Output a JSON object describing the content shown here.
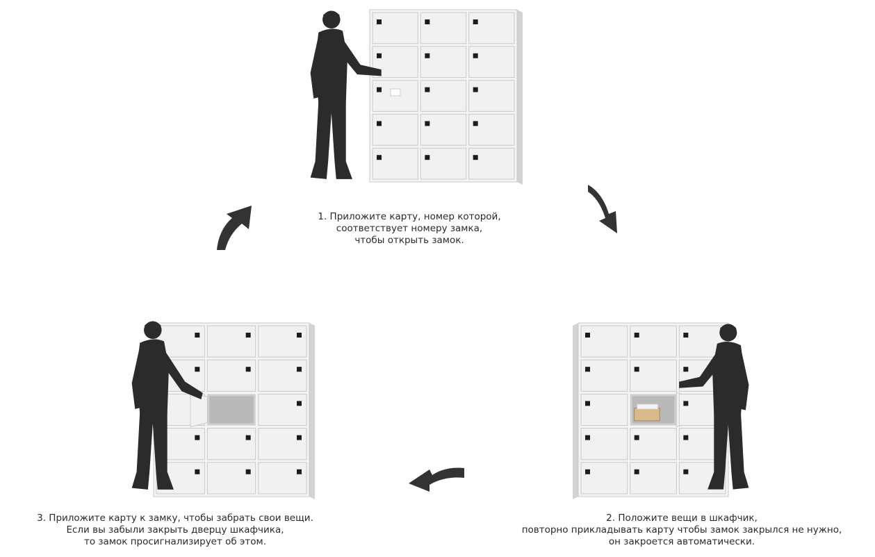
{
  "colors": {
    "background": "#ffffff",
    "cabinet_face": "#e9e9e9",
    "cabinet_side": "#d3d3d3",
    "cabinet_frame": "#f4f4f4",
    "door": "#f1f1f1",
    "door_edge": "#c9c9c9",
    "lock": "#1c1c1c",
    "silhouette": "#2b2b2b",
    "arrow": "#333333",
    "text": "#2a2a2a",
    "parcel": "#d9b98a"
  },
  "steps": [
    {
      "id": "step-1",
      "icon": "person-holding-card-to-lock-icon",
      "lines": [
        "1. Приложите карту, номер которой,",
        "соответствует номеру замка,",
        "чтобы открыть замок."
      ]
    },
    {
      "id": "step-2",
      "icon": "person-placing-items-in-locker-icon",
      "lines": [
        "2. Положите вещи в шкафчик,",
        "повторно прикладывать карту чтобы замок закрылся не нужно,",
        "он закроется автоматически."
      ]
    },
    {
      "id": "step-3",
      "icon": "person-opening-locker-icon",
      "lines": [
        "3. Приложите карту к замку, чтобы забрать свои вещи.",
        "Если вы забыли закрыть дверцу шкафчика,",
        "то замок просигнализирует об этом."
      ]
    }
  ],
  "arrows": [
    {
      "name": "arrow-step1-to-step2-icon",
      "direction": "down-right"
    },
    {
      "name": "arrow-step2-to-step3-icon",
      "direction": "left"
    },
    {
      "name": "arrow-step3-to-step1-icon",
      "direction": "up-right"
    }
  ]
}
